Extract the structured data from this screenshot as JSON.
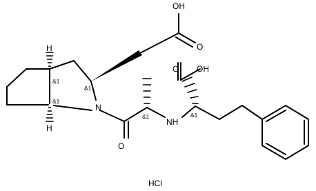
{
  "molecule": {
    "atoms": {
      "oh_top": "OH",
      "o_top": "O",
      "oh_right": "OH",
      "o_right": "O",
      "n_ring": "N",
      "o_amide": "O",
      "nh": "NH",
      "salt": "HCl"
    },
    "hydrogens": {
      "h_top": "H",
      "h_bottom": "H"
    },
    "stereo_labels": [
      "&1",
      "&1",
      "&1",
      "&1",
      "&1"
    ]
  }
}
